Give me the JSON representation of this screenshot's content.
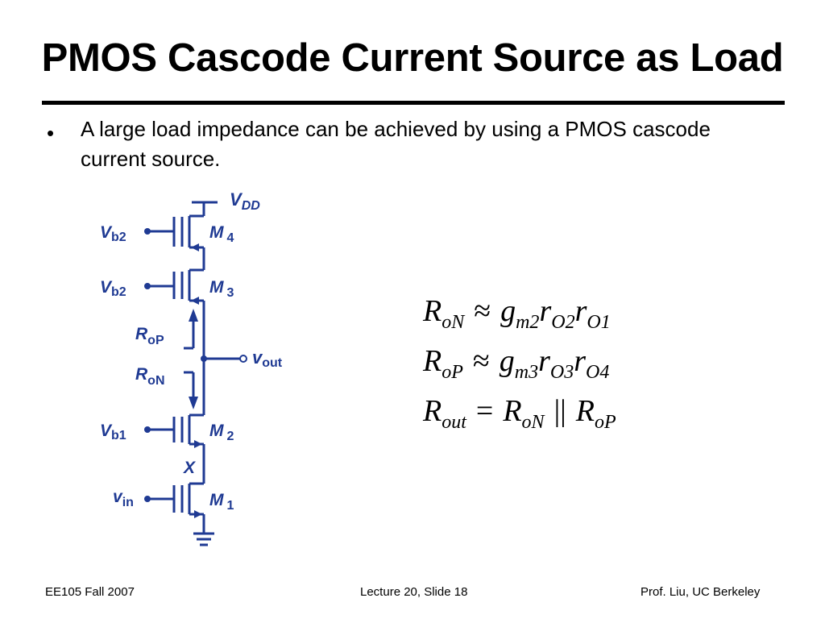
{
  "slide": {
    "title": "PMOS Cascode Current Source as Load",
    "bullet_marker": "•",
    "bullet_text": "A large load impedance can be achieved by using a PMOS cascode current source."
  },
  "circuit": {
    "colors": {
      "wire": "#1f3a93",
      "label": "#1f3a93"
    },
    "labels": {
      "vdd": "V",
      "vdd_sub": "DD",
      "vb2_top": "V",
      "vb2_top_sub": "b2",
      "vb2_mid": "V",
      "vb2_mid_sub": "b2",
      "vb1": "V",
      "vb1_sub": "b1",
      "vin": "v",
      "vin_sub": "in",
      "vout": "v",
      "vout_sub": "out",
      "rop": "R",
      "rop_sub": "oP",
      "ron": "R",
      "ron_sub": "oN",
      "m4": "M",
      "m4_sub": "4",
      "m3": "M",
      "m3_sub": "3",
      "m2": "M",
      "m2_sub": "2",
      "m1": "M",
      "m1_sub": "1",
      "x": "X"
    }
  },
  "equations": [
    {
      "lhs": "R",
      "lhs_sub": "oN",
      "op": "≈",
      "t1": "g",
      "t1_sub": "m2",
      "t2": "r",
      "t2_sub": "O2",
      "t3": "r",
      "t3_sub": "O1"
    },
    {
      "lhs": "R",
      "lhs_sub": "oP",
      "op": "≈",
      "t1": "g",
      "t1_sub": "m3",
      "t2": "r",
      "t2_sub": "O3",
      "t3": "r",
      "t3_sub": "O4"
    },
    {
      "lhs": "R",
      "lhs_sub": "out",
      "op": "=",
      "t1": "R",
      "t1_sub": "oN",
      "par": "||",
      "t2": "R",
      "t2_sub": "oP"
    }
  ],
  "footer": {
    "left": "EE105 Fall 2007",
    "center": "Lecture 20, Slide 18",
    "right": "Prof. Liu, UC Berkeley"
  }
}
